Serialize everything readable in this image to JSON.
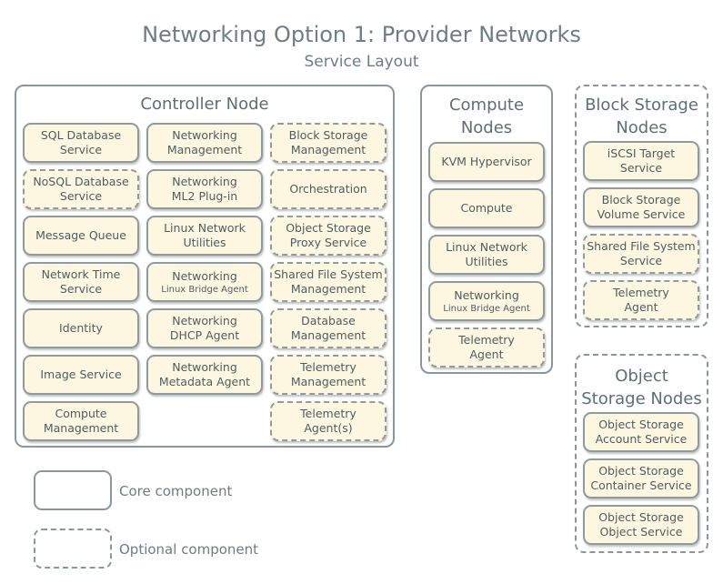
{
  "title": "Networking Option 1: Provider Networks",
  "subtitle": "Service Layout",
  "controller": {
    "title": "Controller Node",
    "col1": [
      {
        "lines": [
          "SQL Database",
          "Service"
        ],
        "optional": false
      },
      {
        "lines": [
          "NoSQL Database",
          "Service"
        ],
        "optional": true
      },
      {
        "lines": [
          "Message Queue"
        ],
        "optional": false
      },
      {
        "lines": [
          "Network Time",
          "Service"
        ],
        "optional": false
      },
      {
        "lines": [
          "Identity"
        ],
        "optional": false
      },
      {
        "lines": [
          "Image Service"
        ],
        "optional": false
      },
      {
        "lines": [
          "Compute",
          "Management"
        ],
        "optional": false
      }
    ],
    "col2": [
      {
        "lines": [
          "Networking",
          "Management"
        ],
        "optional": false
      },
      {
        "lines": [
          "Networking",
          "ML2 Plug-in"
        ],
        "optional": false
      },
      {
        "lines": [
          "Linux Network",
          "Utilities"
        ],
        "optional": false
      },
      {
        "lines": [
          "Networking"
        ],
        "small": "Linux Bridge Agent",
        "optional": false
      },
      {
        "lines": [
          "Networking",
          "DHCP Agent"
        ],
        "optional": false
      },
      {
        "lines": [
          "Networking",
          "Metadata Agent"
        ],
        "optional": false
      }
    ],
    "col3": [
      {
        "lines": [
          "Block Storage",
          "Management"
        ],
        "optional": true
      },
      {
        "lines": [
          "Orchestration"
        ],
        "optional": true
      },
      {
        "lines": [
          "Object Storage",
          "Proxy Service"
        ],
        "optional": true
      },
      {
        "lines": [
          "Shared File System",
          "Management"
        ],
        "optional": true
      },
      {
        "lines": [
          "Database",
          "Management"
        ],
        "optional": true
      },
      {
        "lines": [
          "Telemetry",
          "Management"
        ],
        "optional": true
      },
      {
        "lines": [
          "Telemetry",
          "Agent(s)"
        ],
        "optional": true
      }
    ]
  },
  "compute": {
    "title_lines": [
      "Compute",
      "Nodes"
    ],
    "items": [
      {
        "lines": [
          "KVM Hypervisor"
        ],
        "optional": false
      },
      {
        "lines": [
          "Compute"
        ],
        "optional": false
      },
      {
        "lines": [
          "Linux Network",
          "Utilities"
        ],
        "optional": false
      },
      {
        "lines": [
          "Networking"
        ],
        "small": "Linux Bridge Agent",
        "optional": false
      },
      {
        "lines": [
          "Telemetry",
          "Agent"
        ],
        "optional": true
      }
    ]
  },
  "block": {
    "title_lines": [
      "Block Storage",
      "Nodes"
    ],
    "items": [
      {
        "lines": [
          "iSCSI Target",
          "Service"
        ],
        "optional": false
      },
      {
        "lines": [
          "Block Storage",
          "Volume Service"
        ],
        "optional": false
      },
      {
        "lines": [
          "Shared File System",
          "Service"
        ],
        "optional": true
      },
      {
        "lines": [
          "Telemetry",
          "Agent"
        ],
        "optional": true
      }
    ]
  },
  "object": {
    "title_lines": [
      "Object",
      "Storage Nodes"
    ],
    "items": [
      {
        "lines": [
          "Object Storage",
          "Account Service"
        ],
        "optional": false
      },
      {
        "lines": [
          "Object Storage",
          "Container Service"
        ],
        "optional": false
      },
      {
        "lines": [
          "Object Storage",
          "Object Service"
        ],
        "optional": false
      }
    ]
  },
  "legend": {
    "core": "Core component",
    "optional": "Optional component"
  }
}
